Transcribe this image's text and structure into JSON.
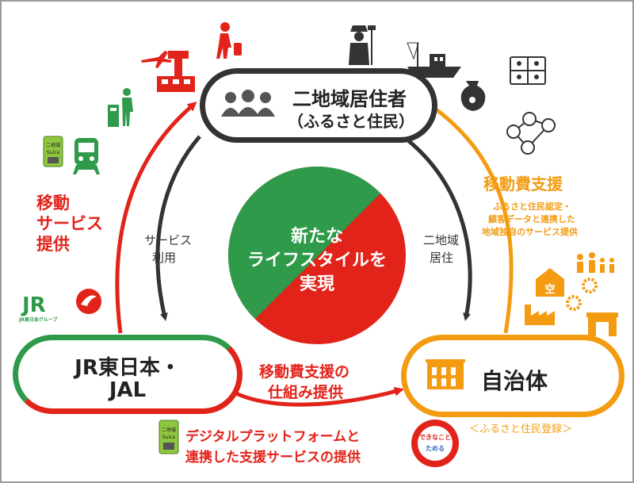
{
  "nodes": {
    "resident_line1": "二地域居住者",
    "resident_line2": "（ふるさと住民）",
    "jr_line1": "JR東日本・",
    "jr_line2": "JAL",
    "gov": "自治体"
  },
  "center": {
    "line1": "新たな",
    "line2": "ライフスタイルを",
    "line3": "実現"
  },
  "labels": {
    "mobility_line1": "移動",
    "mobility_line2": "サービス",
    "mobility_line3": "提供",
    "use_line1": "サービス",
    "use_line2": "利用",
    "two_region_line1": "二地域",
    "two_region_line2": "居住",
    "support_title": "移動費支援",
    "support_desc_line1": "ふるさと住民認定・",
    "support_desc_line2": "顧客データと連携した",
    "support_desc_line3": "地域独自のサービス提供",
    "mechanism_line1": "移動費支援の",
    "mechanism_line2": "仕組み提供",
    "registration": "＜ふるさと住民登録＞",
    "digital_line1": "デジタルプラットフォームと",
    "digital_line2": "連携した支援サービスの提供",
    "jr_logo": "JR",
    "jr_logo_sub": "JR東日本グループ",
    "suica_top": "二地域",
    "suica_bottom": "Suica",
    "suica2_top": "二地域",
    "suica2_bottom": "Suica",
    "vacant": "空",
    "badge_line1": "できなこと",
    "badge_line2": "ためる"
  },
  "colors": {
    "green": "#2e9a4a",
    "red": "#e2231a",
    "orange": "#f39c12",
    "dark": "#333333"
  },
  "icons": [
    "airplane-icon",
    "control-tower-icon",
    "traveler-icon",
    "recycle-person-icon",
    "train-icon",
    "suica-card-icon",
    "farmer-icon",
    "fishing-boat-icon",
    "video-call-icon",
    "vase-icon",
    "network-icon",
    "family-icon",
    "gears-icon",
    "house-icon",
    "factory-icon",
    "shop-icon",
    "jal-logo-icon",
    "people-icon",
    "building-icon",
    "badge-icon"
  ]
}
